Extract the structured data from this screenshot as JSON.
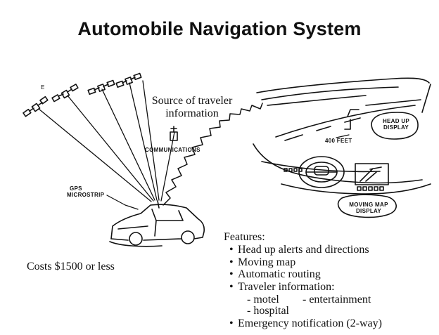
{
  "title": "Automobile Navigation System",
  "source_label_line1": "Source of traveler",
  "source_label_line2": "information",
  "hand_labels": {
    "communications": "COMMUNICATIONS",
    "gps_line1": "GPS",
    "gps_line2": "MICROSTRIP",
    "head_up_line1": "HEAD UP",
    "head_up_line2": "DISPLAY",
    "distance": "400 FEET",
    "moving_map_line1": "MOVING MAP",
    "moving_map_line2": "DISPLAY"
  },
  "costs": "Costs $1500 or less",
  "features": {
    "heading": "Features:",
    "bullet": "•",
    "items": [
      "Head up alerts and directions",
      "Moving map",
      "Automatic routing",
      "Traveler information:",
      "Emergency notification (2-way)"
    ],
    "sub_items": [
      "- motel",
      "- entertainment",
      "- hospital"
    ]
  }
}
